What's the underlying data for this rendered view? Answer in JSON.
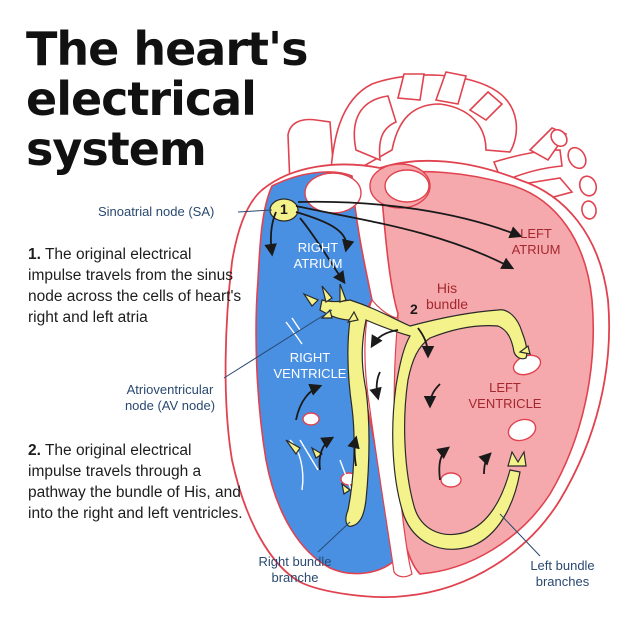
{
  "title": {
    "line1": "The heart's",
    "line2": "electrical",
    "line3": "system"
  },
  "steps": [
    {
      "number": "1.",
      "text": "The original electrical impulse travels from the sinus node across the cells of heart's right and left atria"
    },
    {
      "number": "2.",
      "text": "The original electrical impulse travels through a pathway the bundle of His, and into the right and left ventricles."
    }
  ],
  "labels": {
    "sa_node": "Sinoatrial node (SA)",
    "av_node_line1": "Atrioventricular",
    "av_node_line2": "node (AV node)",
    "right_atrium_line1": "RIGHT",
    "right_atrium_line2": "ATRIUM",
    "left_atrium_line1": "LEFT",
    "left_atrium_line2": "ATRIUM",
    "his_bundle_line1": "His",
    "his_bundle_line2": "bundle",
    "right_ventricle_line1": "RIGHT",
    "right_ventricle_line2": "VENTRICLE",
    "left_ventricle_line1": "LEFT",
    "left_ventricle_line2": "VENTRICLE",
    "right_bundle_line1": "Right bundle",
    "right_bundle_line2": "branche",
    "left_bundle_line1": "Left bundle",
    "left_bundle_line2": "branches",
    "marker1": "1",
    "marker2": "2"
  },
  "colors": {
    "right_side": "#4a90e2",
    "left_side": "#f6a9ad",
    "conduction": "#f4f28a",
    "outline": "#e0434f",
    "title": "#111111"
  }
}
